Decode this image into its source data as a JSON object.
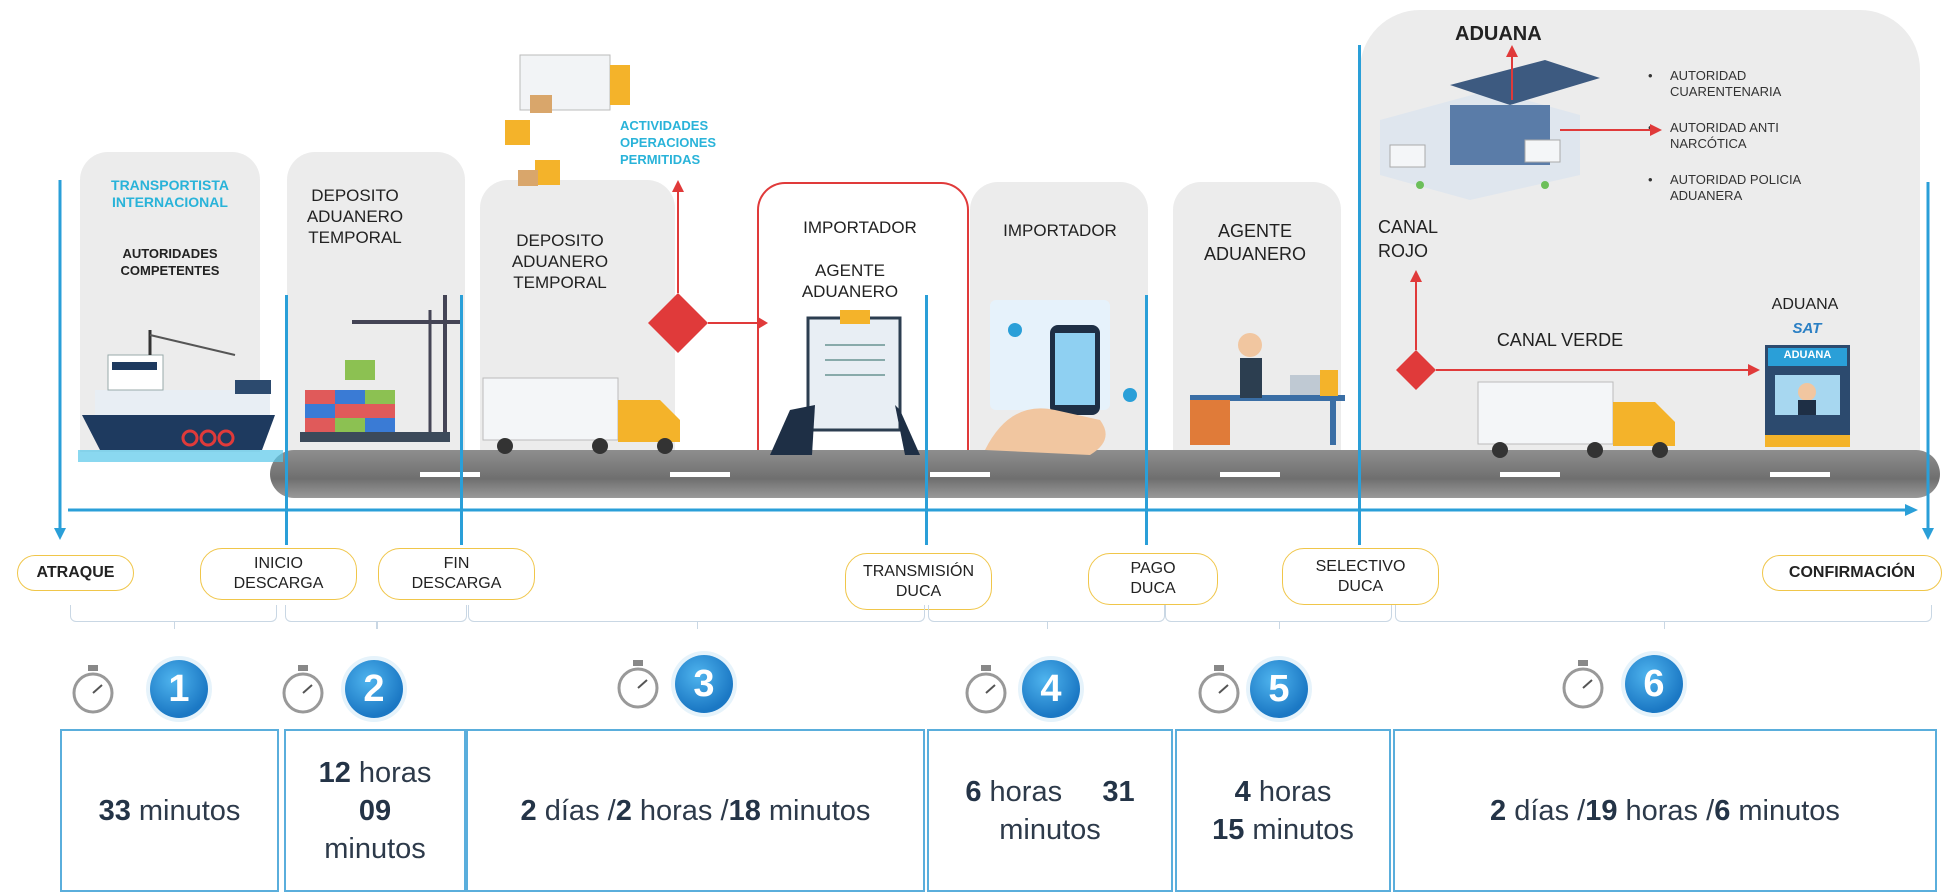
{
  "labels": {
    "transportista": "TRANSPORTISTA INTERNACIONAL",
    "autoridades": "AUTORIDADES COMPETENTES",
    "deposito1": "DEPOSITO ADUANERO TEMPORAL",
    "deposito2": "DEPOSITO ADUANERO TEMPORAL",
    "actividades": "ACTIVIDADES OPERACIONES PERMITIDAS",
    "importador1": "IMPORTADOR",
    "agente1": "AGENTE ADUANERO",
    "importador2": "IMPORTADOR",
    "agente2": "AGENTE ADUANERO",
    "aduana_top": "ADUANA",
    "canal_rojo": "CANAL ROJO",
    "canal_verde": "CANAL VERDE",
    "aduana_right": "ADUANA",
    "sat_logo": "SAT",
    "aduana_booth": "ADUANA"
  },
  "authorities": [
    "AUTORIDAD CUARENTENARIA",
    "AUTORIDAD ANTI NARCÓTICA",
    "AUTORIDAD POLICIA ADUANERA"
  ],
  "milestones": [
    {
      "label": "ATRAQUE"
    },
    {
      "label": "INICIO DESCARGA"
    },
    {
      "label": "FIN DESCARGA"
    },
    {
      "label": "TRANSMISIÓN DUCA"
    },
    {
      "label": "PAGO DUCA"
    },
    {
      "label": "SELECTIVO DUCA"
    },
    {
      "label": "CONFIRMACIÓN"
    }
  ],
  "steps": [
    {
      "number": "1",
      "time_a_num": "33",
      "time_a_unit": "minutos"
    },
    {
      "number": "2",
      "time_a_num": "12",
      "time_a_unit": "horas",
      "time_b_num": "09",
      "time_c_unit": "minutos"
    },
    {
      "number": "3",
      "time_a_num": "2",
      "time_a_unit": "días /",
      "time_b_num": "2",
      "time_b_unit": "horas /",
      "time_c_num": "18",
      "time_c_unit": "minutos"
    },
    {
      "number": "4",
      "time_a_num": "6",
      "time_a_unit": "horas",
      "time_b_num": "31",
      "time_c_unit": "minutos"
    },
    {
      "number": "5",
      "time_a_num": "4",
      "time_a_unit": "horas",
      "time_b_num": "15",
      "time_b_unit": "minutos"
    },
    {
      "number": "6",
      "time_a_num": "2",
      "time_a_unit": "días /",
      "time_b_num": "19",
      "time_b_unit": "horas /",
      "time_c_num": "6",
      "time_c_unit": "minutos"
    }
  ],
  "colors": {
    "accent_blue": "#2a9fd8",
    "decision_red": "#e03a3a",
    "pill_border": "#f0c64a",
    "panel_gray": "#ececec",
    "cyan_text": "#29b3d9"
  },
  "icons": [
    "ship-icon",
    "port-crane-icon",
    "truck-icon",
    "forklift-icon",
    "clipboard-icon",
    "smartphone-icon",
    "customs-agent-icon",
    "warehouse-icon",
    "customs-booth-icon",
    "stopwatch-icon",
    "decision-diamond-icon"
  ]
}
